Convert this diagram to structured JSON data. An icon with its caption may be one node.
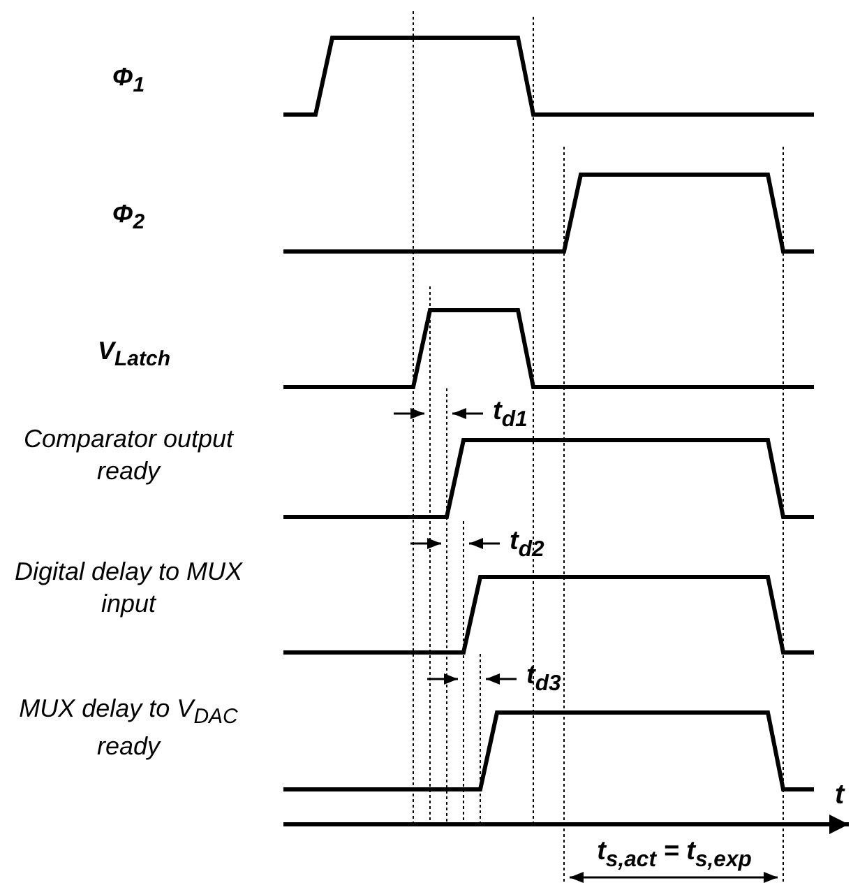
{
  "diagram": {
    "labels": [
      "Φ$_{1}$",
      "Φ$_{2}$",
      "V$_{Latch}$",
      "t$_{d1}$",
      "Comparator output ready",
      "t$_{d2}$",
      "Digital delay to MUX input",
      "t$_{d3}$",
      "MUX delay to V$_{DAC}$ ready",
      "t",
      "t$_{s,act}$ = t$_{s,exp}$"
    ]
  }
}
